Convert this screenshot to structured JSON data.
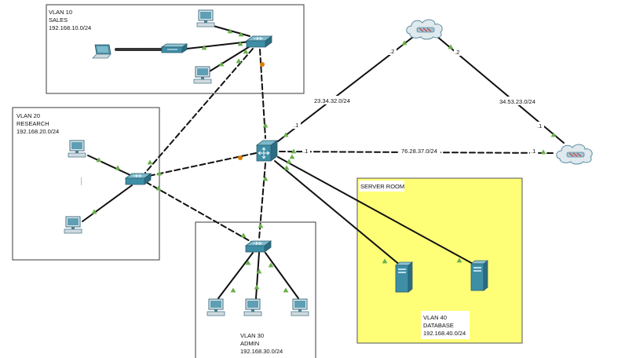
{
  "zones": {
    "vlan10": {
      "line1": "VLAN 10",
      "line2": "SALES",
      "line3": "192.168.10.0/24"
    },
    "vlan20": {
      "line1": "VLAN 20",
      "line2": "RESEARCH",
      "line3": "192.168.20.0/24"
    },
    "vlan30": {
      "line1": "VLAN 30",
      "line2": "ADMIN",
      "line3": "192.168.30.0/24"
    },
    "server_room": {
      "title": "SERVER ROOM"
    },
    "vlan40": {
      "line1": "VLAN 40",
      "line2": "DATABASE",
      "line3": "192.168.40.0/24"
    }
  },
  "networks": {
    "left_wan": "23.34.32.0/24",
    "right_wan": "34.53.23.0/24",
    "lower_wan": "76.28.37.0/24"
  },
  "interfaces": {
    "r1_left": ".2",
    "r1_right": ".2",
    "core_top": ".1",
    "core_right": ".1",
    "r2_top": ".1",
    "r2_left": ".1"
  },
  "colors": {
    "link_up": "#6ab04c",
    "link_blocking": "#e07b00",
    "device": "#3e8ea6",
    "server_room_fill": "#ffff77"
  },
  "icons": {
    "router": "cloud-router-icon",
    "multilayer_switch": "multilayer-switch-icon",
    "switch": "switch-icon",
    "pc": "pc-icon",
    "laptop": "laptop-icon",
    "access_point": "access-point-icon",
    "server": "server-icon"
  }
}
